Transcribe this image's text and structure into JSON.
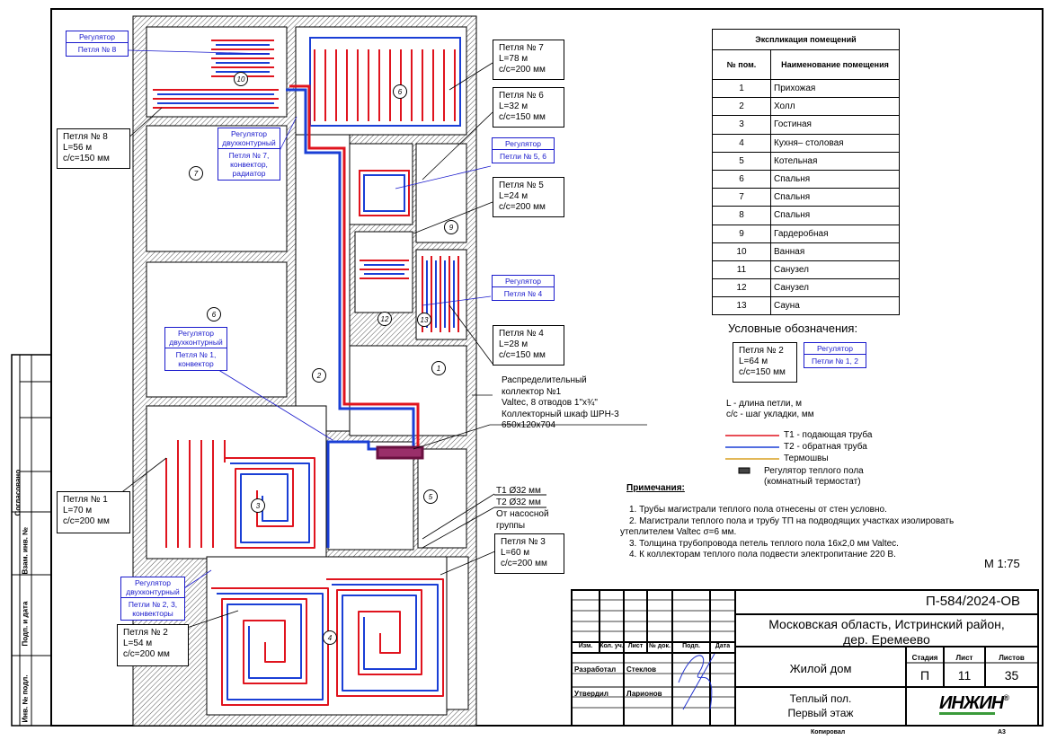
{
  "side_stamp": {
    "agreed": "Согласовано",
    "inv_replace": "Взам. инв. №",
    "sign_date": "Подп. и дата",
    "inv_orig": "Инв. № подл."
  },
  "loops": [
    {
      "id": "loop8",
      "name": "Петля № 8",
      "length": "L=56 м",
      "step": "с/с=150 мм"
    },
    {
      "id": "loop7",
      "name": "Петля № 7",
      "length": "L=78 м",
      "step": "с/с=200 мм"
    },
    {
      "id": "loop6",
      "name": "Петля № 6",
      "length": "L=32 м",
      "step": "с/с=150 мм"
    },
    {
      "id": "loop5",
      "name": "Петля № 5",
      "length": "L=24 м",
      "step": "с/с=200 мм"
    },
    {
      "id": "loop4",
      "name": "Петля № 4",
      "length": "L=28 м",
      "step": "с/с=150 мм"
    },
    {
      "id": "loop1",
      "name": "Петля № 1",
      "length": "L=70 м",
      "step": "с/с=200 мм"
    },
    {
      "id": "loop3",
      "name": "Петля № 3",
      "length": "L=60 м",
      "step": "с/с=200 мм"
    },
    {
      "id": "loop2",
      "name": "Петля № 2",
      "length": "L=54 м",
      "step": "с/с=200 мм"
    }
  ],
  "regulators": [
    {
      "top": "Регулятор",
      "bottom": "Петля № 8"
    },
    {
      "top": "Регулятор двухконтурный",
      "bottom": "Петля № 7, конвектор, радиатор"
    },
    {
      "top": "Регулятор",
      "bottom": "Петли № 5, 6"
    },
    {
      "top": "Регулятор",
      "bottom": "Петля № 4"
    },
    {
      "top": "Регулятор двухконтурный",
      "bottom": "Петля № 1, конвектор"
    },
    {
      "top": "Регулятор двухконтурный",
      "bottom": "Петли № 2, 3, конвекторы"
    }
  ],
  "collector": {
    "l1": "Распределительный",
    "l2": "коллектор №1",
    "l3": "Valtec, 8 отводов 1\"x¾\"",
    "l4": "Коллекторный шкаф ШРН-3",
    "l5": "650х120х704"
  },
  "supply": {
    "t1": "Т1 Ø32 мм",
    "t2": "Т2 Ø32 мм",
    "from1": "От насосной",
    "from2": "группы"
  },
  "room_marks": [
    "1",
    "2",
    "3",
    "4",
    "5",
    "6",
    "6",
    "7",
    "9",
    "10",
    "12",
    "13"
  ],
  "explication": {
    "title": "Экспликация помещений",
    "col_num": "№ пом.",
    "col_name": "Наименование помещения",
    "rows": [
      [
        "1",
        "Прихожая"
      ],
      [
        "2",
        "Холл"
      ],
      [
        "3",
        "Гостиная"
      ],
      [
        "4",
        "Кухня– столовая"
      ],
      [
        "5",
        "Котельная"
      ],
      [
        "6",
        "Спальня"
      ],
      [
        "7",
        "Спальня"
      ],
      [
        "8",
        "Спальня"
      ],
      [
        "9",
        "Гардеробная"
      ],
      [
        "10",
        "Ванная"
      ],
      [
        "11",
        "Санузел"
      ],
      [
        "12",
        "Санузел"
      ],
      [
        "13",
        "Сауна"
      ]
    ]
  },
  "legend": {
    "title": "Условные обозначения:",
    "sample_loop": {
      "name": "Петля № 2",
      "length": "L=64 м",
      "step": "с/с=150 мм"
    },
    "sample_reg": {
      "top": "Регулятор",
      "bottom": "Петли № 1, 2"
    },
    "L_def": "L - длина петли, м",
    "cc_def": "с/с - шаг укладки, мм",
    "t1": "Т1 - подающая труба",
    "t2": "Т2 - обратная труба",
    "thermo": "Термошвы",
    "reg1": "Регулятор теплого пола",
    "reg2": "(комнатный термостат)",
    "colors": {
      "supply": "#e0141e",
      "return": "#1a3fd6",
      "thermo": "#d9a020"
    }
  },
  "notes": {
    "title": "Примечания:",
    "items": [
      "1.   Трубы магистрали теплого пола отнесены от стен условно.",
      "2.   Магистрали теплого пола и трубу ТП на подводящих участках изолировать",
      "утеплителем Valtec σ=6 мм.",
      "3.   Толщина трубопровода петель теплого пола 16х2,0 мм Valtec.",
      "4.   К коллекторам теплого пола подвести электропитание 220 В."
    ]
  },
  "scale": "М 1:75",
  "title_block": {
    "code": "П-584/2024-ОВ",
    "address1": "Московская область, Истринский район,",
    "address2": "дер. Еремеево",
    "object": "Жилой дом",
    "sheet_title1": "Теплый пол.",
    "sheet_title2": "Первый этаж",
    "cols": [
      "Изм.",
      "Кол. уч.",
      "Лист",
      "№ док.",
      "Подп.",
      "Дата"
    ],
    "dev_role": "Разработал",
    "dev_name": "Стеклов",
    "appr_role": "Утвердил",
    "appr_name": "Ларионов",
    "stage_label": "Стадия",
    "sheet_label": "Лист",
    "sheets_label": "Листов",
    "stage": "П",
    "sheet": "11",
    "sheets": "35",
    "logo": "ИНЖИН",
    "copied": "Копировал",
    "format": "А3"
  }
}
